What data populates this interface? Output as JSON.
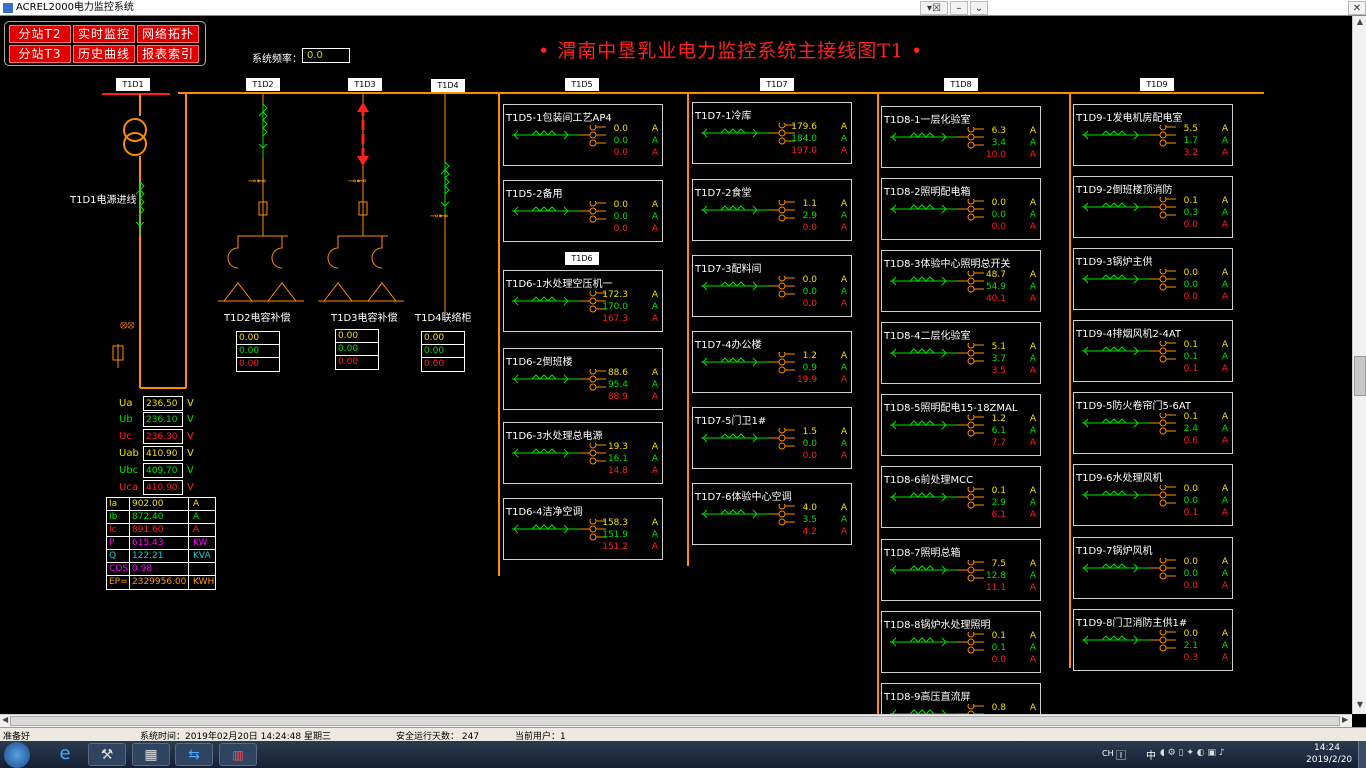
{
  "window": {
    "title": "ACREL2000电力监控系统"
  },
  "nav": {
    "buttons": [
      {
        "label": "分站T2"
      },
      {
        "label": "实时监控"
      },
      {
        "label": "网络拓扑"
      },
      {
        "label": "分站T3"
      },
      {
        "label": "历史曲线"
      },
      {
        "label": "报表索引"
      }
    ]
  },
  "header": {
    "freq_label": "系统频率：",
    "freq_value": "0.0",
    "title": "• 渭南中垦乳业电力监控系统主接线图T1 •"
  },
  "buses": [
    "T1D1",
    "T1D2",
    "T1D3",
    "T1D4",
    "T1D5",
    "T1D6",
    "T1D7",
    "T1D8",
    "T1D9"
  ],
  "incoming": {
    "label": "T1D1电源进线",
    "voltages": [
      {
        "label": "Ua",
        "value": "236.50",
        "unit": "V"
      },
      {
        "label": "Ub",
        "value": "236.10",
        "unit": "V"
      },
      {
        "label": "Uc",
        "value": "236.30",
        "unit": "V"
      },
      {
        "label": "Uab",
        "value": "410.90",
        "unit": "V"
      },
      {
        "label": "Ubc",
        "value": "409.70",
        "unit": "V"
      },
      {
        "label": "Uca",
        "value": "410.90",
        "unit": "V"
      }
    ],
    "power": [
      {
        "label": "Ia",
        "value": "902.00",
        "unit": "A"
      },
      {
        "label": "Ib",
        "value": "872.40",
        "unit": "A"
      },
      {
        "label": "Ic",
        "value": "891.60",
        "unit": "A"
      },
      {
        "label": "P",
        "value": "615.43",
        "unit": "KW"
      },
      {
        "label": "Q",
        "value": "122.21",
        "unit": "KVA"
      },
      {
        "label": "COS",
        "value": "0.98",
        "unit": ""
      },
      {
        "label": "EP=",
        "value": "2329956.00",
        "unit": "KWH"
      }
    ]
  },
  "capacitors": [
    {
      "label": "T1D2电容补偿",
      "values": [
        "0.00",
        "0.00",
        "0.00"
      ]
    },
    {
      "label": "T1D3电容补偿",
      "values": [
        "0.00",
        "0.00",
        "0.00"
      ]
    }
  ],
  "tie": {
    "label": "T1D4联络柜",
    "values": [
      "0.00",
      "0.00",
      "0.00"
    ]
  },
  "feeders": {
    "col5": [
      {
        "name": "T1D5-1包装间工艺AP4",
        "vals": [
          "0.0",
          "0.0",
          "0.0"
        ]
      },
      {
        "name": "T1D5-2备用",
        "vals": [
          "0.0",
          "0.0",
          "0.0"
        ]
      }
    ],
    "col6": [
      {
        "name": "T1D6-1水处理空压机一",
        "vals": [
          "172.3",
          "170.0",
          "167.3"
        ]
      },
      {
        "name": "T1D6-2倒班楼",
        "vals": [
          "88.6",
          "95.4",
          "88.9"
        ]
      },
      {
        "name": "T1D6-3水处理总电源",
        "vals": [
          "19.3",
          "16.1",
          "14.8"
        ]
      },
      {
        "name": "T1D6-4洁净空调",
        "vals": [
          "158.3",
          "151.9",
          "151.2"
        ]
      }
    ],
    "col7": [
      {
        "name": "T1D7-1冷库",
        "vals": [
          "179.6",
          "184.0",
          "197.0"
        ]
      },
      {
        "name": "T1D7-2食堂",
        "vals": [
          "1.1",
          "2.9",
          "0.0"
        ]
      },
      {
        "name": "T1D7-3配料间",
        "vals": [
          "0.0",
          "0.0",
          "0.0"
        ]
      },
      {
        "name": "T1D7-4办公楼",
        "vals": [
          "1.2",
          "0.9",
          "19.9"
        ]
      },
      {
        "name": "T1D7-5门卫1#",
        "vals": [
          "1.5",
          "0.0",
          "0.0"
        ]
      },
      {
        "name": "T1D7-6体验中心空调",
        "vals": [
          "4.0",
          "3.5",
          "4.2"
        ]
      }
    ],
    "col8": [
      {
        "name": "T1D8-1一层化验室",
        "vals": [
          "6.3",
          "3.4",
          "10.0"
        ]
      },
      {
        "name": "T1D8-2照明配电箱",
        "vals": [
          "0.0",
          "0.0",
          "0.0"
        ]
      },
      {
        "name": "T1D8-3体验中心照明总开关",
        "vals": [
          "48.7",
          "54.9",
          "40.1"
        ]
      },
      {
        "name": "T1D8-4二层化验室",
        "vals": [
          "5.1",
          "3.7",
          "3.5"
        ]
      },
      {
        "name": "T1D8-5照明配电15-18ZMAL",
        "vals": [
          "1.2",
          "6.1",
          "7.7"
        ]
      },
      {
        "name": "T1D8-6前处理MCC",
        "vals": [
          "0.1",
          "2.9",
          "6.1"
        ]
      },
      {
        "name": "T1D8-7照明总箱",
        "vals": [
          "7.5",
          "12.8",
          "11.1"
        ]
      },
      {
        "name": "T1D8-8锅炉水处理照明",
        "vals": [
          "0.1",
          "0.1",
          "0.0"
        ]
      },
      {
        "name": "T1D8-9高压直流屏",
        "vals": [
          "0.8",
          "",
          ""
        ]
      }
    ],
    "col9": [
      {
        "name": "T1D9-1发电机房配电室",
        "vals": [
          "5.5",
          "1.7",
          "3.2"
        ]
      },
      {
        "name": "T1D9-2倒班楼顶消防",
        "vals": [
          "0.1",
          "0.3",
          "0.0"
        ]
      },
      {
        "name": "T1D9-3锅炉主供",
        "vals": [
          "0.0",
          "0.0",
          "0.0"
        ]
      },
      {
        "name": "T1D9-4排烟风机2-4AT",
        "vals": [
          "0.1",
          "0.1",
          "0.1"
        ]
      },
      {
        "name": "T1D9-5防火卷帘门5-6AT",
        "vals": [
          "0.1",
          "2.4",
          "0.6"
        ]
      },
      {
        "name": "T1D9-6水处理风机",
        "vals": [
          "0.0",
          "0.0",
          "0.1"
        ]
      },
      {
        "name": "T1D9-7锅炉风机",
        "vals": [
          "0.0",
          "0.0",
          "0.0"
        ]
      },
      {
        "name": "T1D9-8门卫消防主供1#",
        "vals": [
          "0.0",
          "2.1",
          "0.3"
        ]
      }
    ],
    "unit": "A"
  },
  "status": {
    "ready": "准备好",
    "systime": "系统时间：2019年02月20日   14:24:48    星期三",
    "days": "安全运行天数：  247",
    "user": "当前用户：1"
  },
  "tray": {
    "lang": "CH",
    "time": "14:24",
    "date": "2019/2/20",
    "ime": "中"
  },
  "colors": {
    "bus": "#ff8c00",
    "switch_on": "#00e000",
    "switch_off": "#ff2020",
    "alarm": "#ff2020"
  }
}
